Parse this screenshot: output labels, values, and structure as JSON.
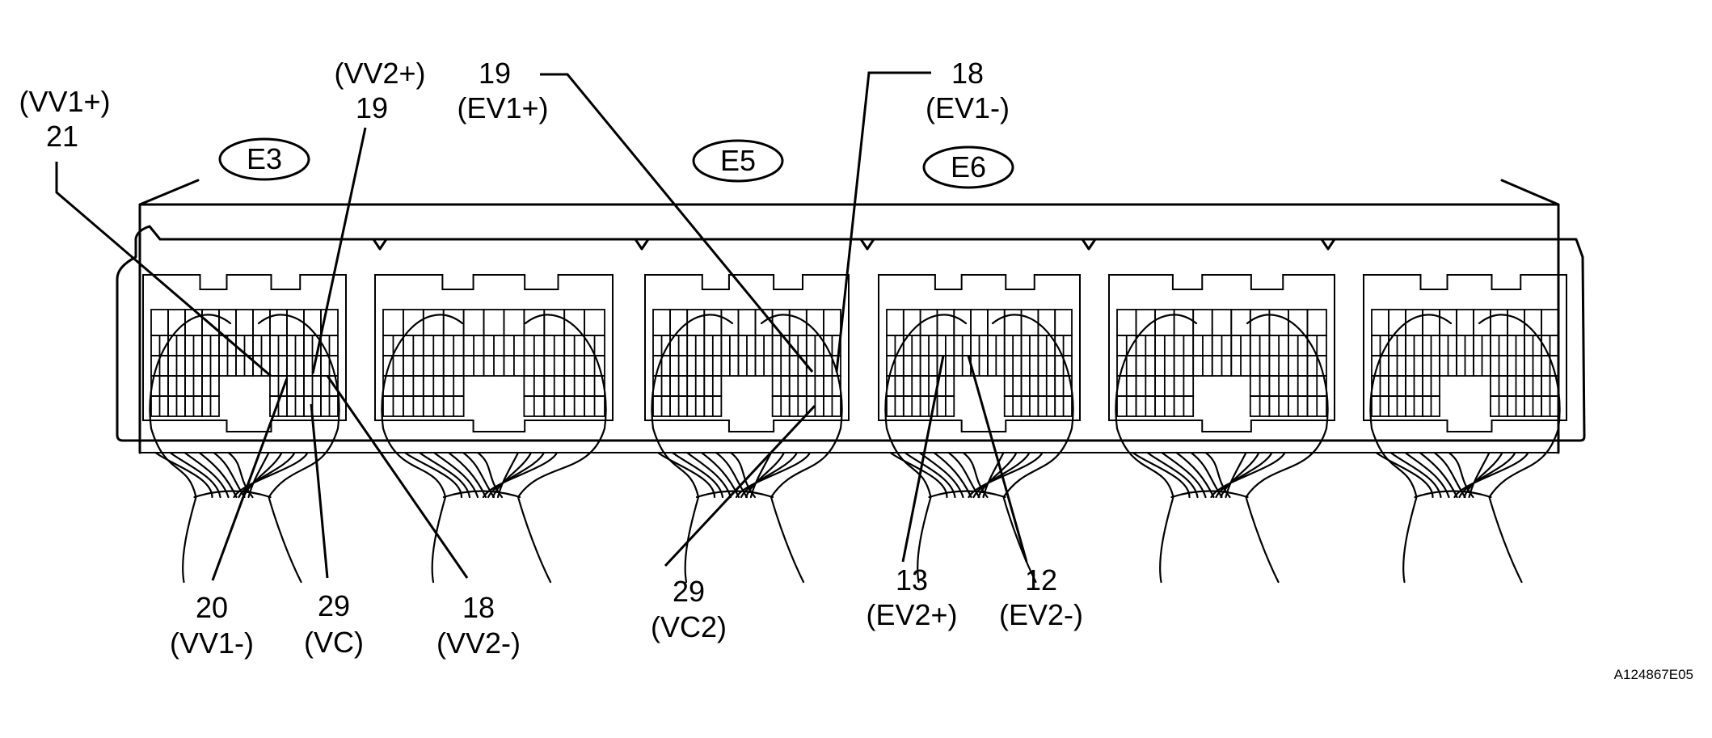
{
  "connectors": [
    {
      "id": "E3",
      "label": "E3"
    },
    {
      "id": "E5",
      "label": "E5"
    },
    {
      "id": "E6",
      "label": "E6"
    }
  ],
  "callouts": {
    "top": [
      {
        "key": "vv1p",
        "number": "21",
        "signal": "(VV1+)"
      },
      {
        "key": "vv2p",
        "number": "19",
        "signal": "(VV2+)"
      },
      {
        "key": "ev1p",
        "number": "19",
        "signal": "(EV1+)"
      },
      {
        "key": "ev1m",
        "number": "18",
        "signal": "(EV1-)"
      }
    ],
    "bottom": [
      {
        "key": "vv1m",
        "number": "20",
        "signal": "(VV1-)"
      },
      {
        "key": "vc",
        "number": "29",
        "signal": "(VC)"
      },
      {
        "key": "vv2m",
        "number": "18",
        "signal": "(VV2-)"
      },
      {
        "key": "vc2",
        "number": "29",
        "signal": "(VC2)"
      },
      {
        "key": "ev2p",
        "number": "13",
        "signal": "(EV2+)"
      },
      {
        "key": "ev2m",
        "number": "12",
        "signal": "(EV2-)"
      }
    ]
  },
  "reference_code": "A124867E05"
}
